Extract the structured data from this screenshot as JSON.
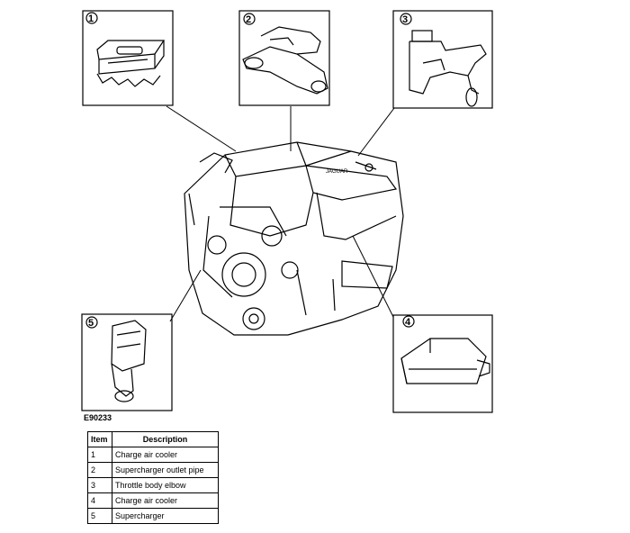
{
  "figure_id": "E90233",
  "table": {
    "headers": [
      "Item",
      "Description"
    ],
    "rows": [
      {
        "item": "1",
        "description": "Charge air cooler"
      },
      {
        "item": "2",
        "description": "Supercharger outlet pipe"
      },
      {
        "item": "3",
        "description": "Throttle body elbow"
      },
      {
        "item": "4",
        "description": "Charge air cooler"
      },
      {
        "item": "5",
        "description": "Supercharger"
      }
    ]
  },
  "callouts": [
    {
      "number": "1",
      "part": "charge-air-cooler-1"
    },
    {
      "number": "2",
      "part": "supercharger-outlet-pipe"
    },
    {
      "number": "3",
      "part": "throttle-body-elbow"
    },
    {
      "number": "4",
      "part": "charge-air-cooler-2"
    },
    {
      "number": "5",
      "part": "supercharger"
    }
  ],
  "engine_label": "JAGUAR"
}
